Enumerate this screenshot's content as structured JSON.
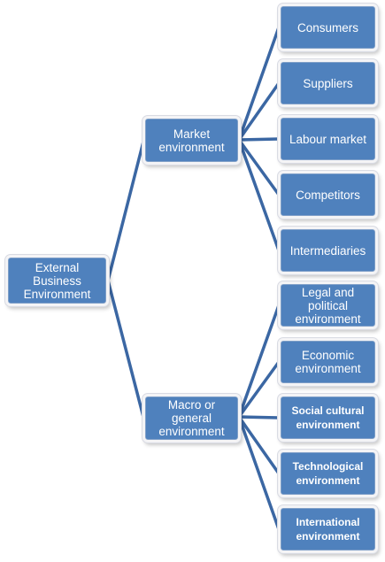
{
  "diagram": {
    "root": {
      "label": "External\nBusiness\nEnvironment"
    },
    "branches": [
      {
        "label": "Market\nenvironment",
        "children": [
          {
            "label": "Consumers"
          },
          {
            "label": "Suppliers"
          },
          {
            "label": "Labour market"
          },
          {
            "label": "Competitors"
          },
          {
            "label": "Intermediaries"
          }
        ]
      },
      {
        "label": "Macro or\ngeneral\nenvironment",
        "children": [
          {
            "label": "Legal and\npolitical\nenvironment"
          },
          {
            "label": "Economic\nenvironment"
          },
          {
            "label": "Social cultural\nenvironment"
          },
          {
            "label": "Technological\nenvironment"
          },
          {
            "label": "International\nenvironment"
          }
        ]
      }
    ],
    "colors": {
      "box_fill": "#4f81bd",
      "connector": "#3b67a3",
      "text": "#ffffff"
    }
  }
}
